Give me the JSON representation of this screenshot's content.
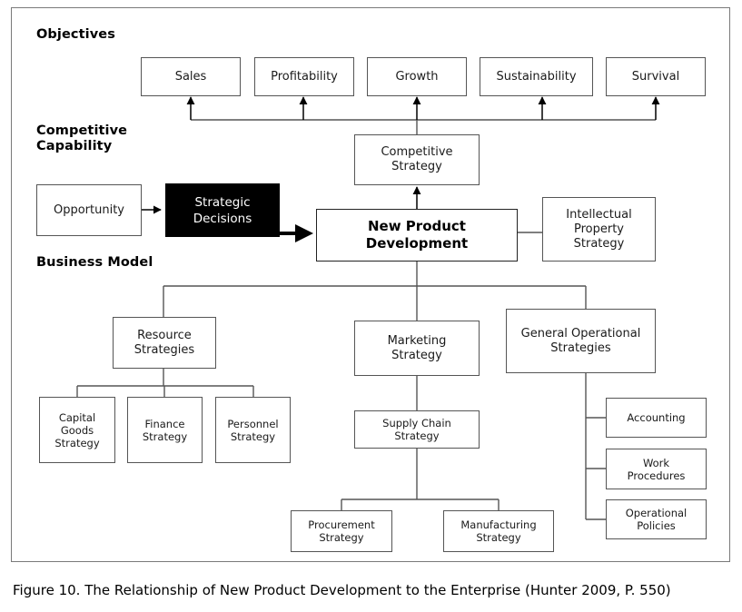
{
  "figure": {
    "caption": "Figure 10. The Relationship of New Product Development to the Enterprise (Hunter 2009, P. 550)"
  },
  "sections": {
    "objectives_label": "Objectives",
    "competitive_label": "Competitive\nCapability",
    "business_model_label": "Business Model"
  },
  "nodes": {
    "sales": "Sales",
    "profitability": "Profitability",
    "growth": "Growth",
    "sustainability": "Sustainability",
    "survival": "Survival",
    "competitive_strategy": "Competitive\nStrategy",
    "opportunity": "Opportunity",
    "strategic_decisions": "Strategic\nDecisions",
    "new_product_development": "New Product\nDevelopment",
    "intellectual_property_strategy": "Intellectual\nProperty\nStrategy",
    "resource_strategies": "Resource\nStrategies",
    "marketing_strategy": "Marketing\nStrategy",
    "general_operational_strategies": "General Operational\nStrategies",
    "capital_goods_strategy": "Capital\nGoods\nStrategy",
    "finance_strategy": "Finance\nStrategy",
    "personnel_strategy": "Personnel\nStrategy",
    "supply_chain_strategy": "Supply Chain\nStrategy",
    "procurement_strategy": "Procurement\nStrategy",
    "manufacturing_strategy": "Manufacturing\nStrategy",
    "accounting": "Accounting",
    "work_procedures": "Work\nProcedures",
    "operational_policies": "Operational\nPolicies"
  },
  "colors": {
    "line": "#555555",
    "frame": "#7a7a7a",
    "inverted_fill": "#000000",
    "inverted_text": "#ffffff",
    "background": "#ffffff"
  }
}
